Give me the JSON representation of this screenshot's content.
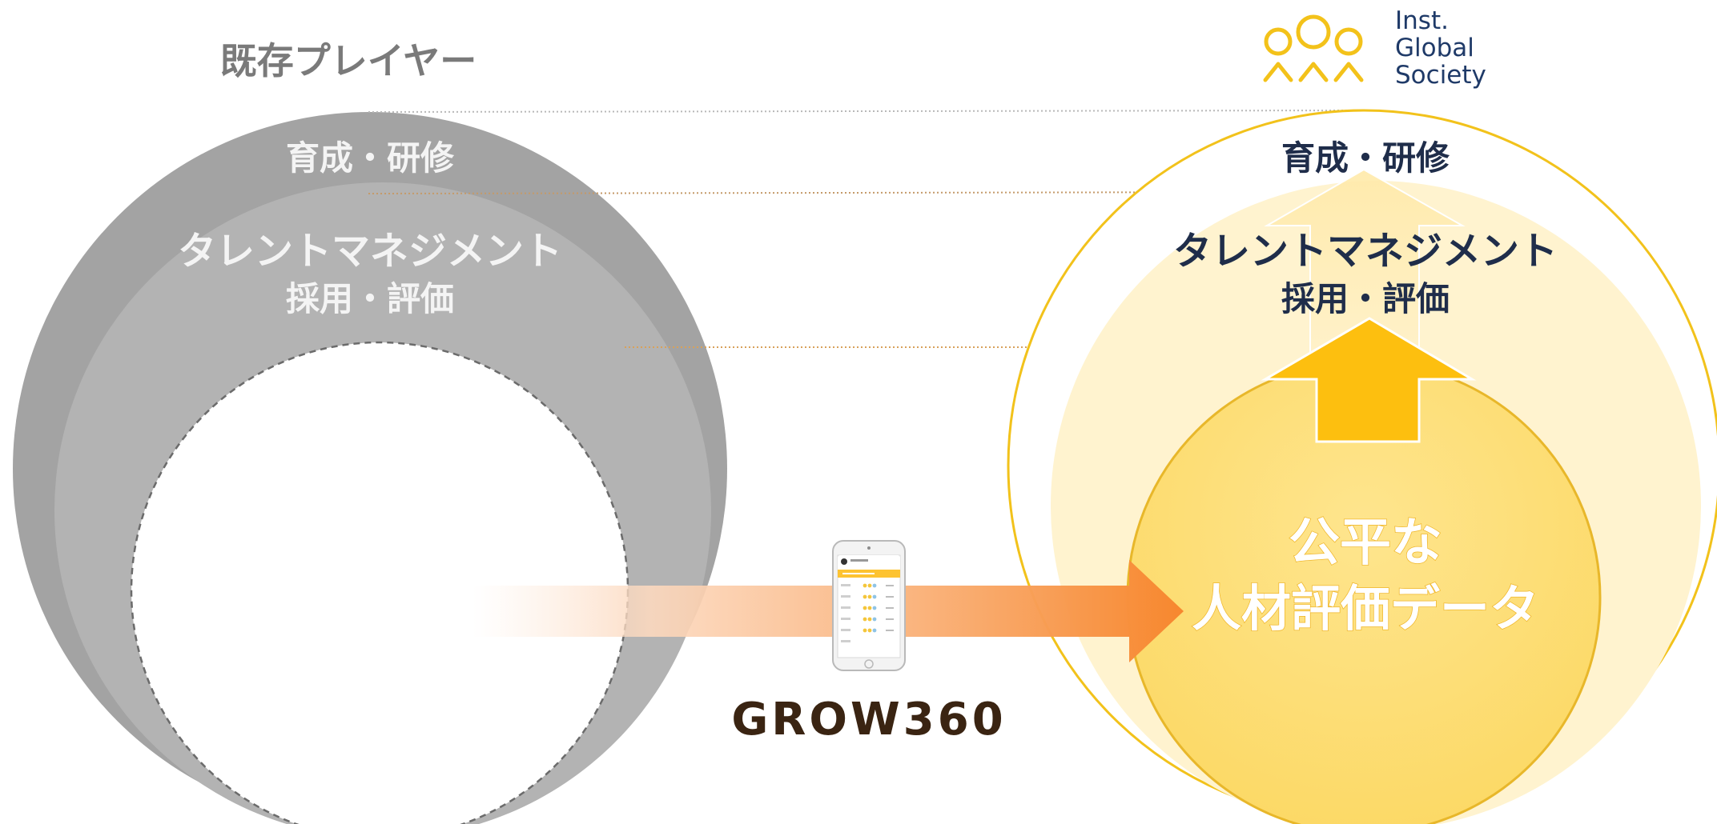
{
  "left": {
    "heading": "既存プレイヤー",
    "outer_label": "育成・研修",
    "middle_label_line1": "タレントマネジメント",
    "middle_label_line2": "採用・評価"
  },
  "right": {
    "logo": {
      "line1": "Inst.",
      "line2": "Global",
      "line3": "Society"
    },
    "outer_label": "育成・研修",
    "middle_label_line1": "タレントマネジメント",
    "middle_label_line2": "採用・評価",
    "core_line1": "公平な",
    "core_line2": "人材評価データ"
  },
  "product": {
    "name": "GROW360"
  },
  "colors": {
    "left_outer": "#a3a3a3",
    "left_middle": "#b3b3b3",
    "left_text": "#f4f4f4",
    "heading_gray": "#7a7a7a",
    "right_ring": "#f2c21b",
    "right_middle": "#fff3cf",
    "right_core": "#fddd72",
    "arrow_yellow": "#fdbf0f",
    "arrow_orange": "#f7872e",
    "navy_text": "#1f2d4a",
    "logo_yellow": "#f3c21a",
    "logo_navy": "#1f3a68",
    "grow_brown": "#3a2412"
  }
}
